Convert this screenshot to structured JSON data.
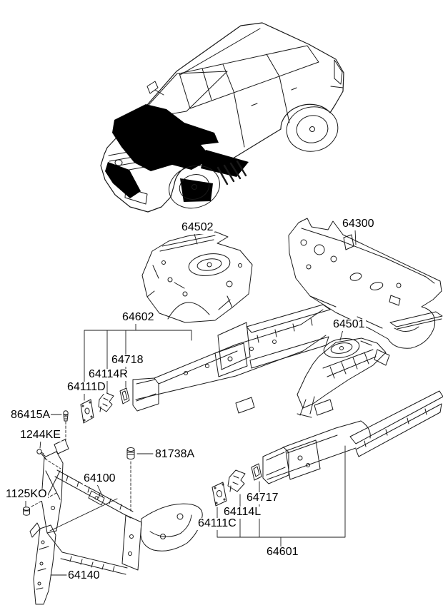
{
  "diagram": {
    "background_color": "#ffffff",
    "line_color": "#1a1a1a",
    "labels": [
      {
        "id": "64502",
        "text": "64502"
      },
      {
        "id": "64300",
        "text": "64300"
      },
      {
        "id": "64602",
        "text": "64602"
      },
      {
        "id": "64501",
        "text": "64501"
      },
      {
        "id": "64718",
        "text": "64718"
      },
      {
        "id": "64114R",
        "text": "64114R"
      },
      {
        "id": "64111D",
        "text": "64111D"
      },
      {
        "id": "86415A",
        "text": "86415A"
      },
      {
        "id": "1244KE",
        "text": "1244KE"
      },
      {
        "id": "81738A",
        "text": "81738A"
      },
      {
        "id": "64100",
        "text": "64100"
      },
      {
        "id": "1125KO",
        "text": "1125KO"
      },
      {
        "id": "64140",
        "text": "64140"
      },
      {
        "id": "64717",
        "text": "64717"
      },
      {
        "id": "64114L",
        "text": "64114L"
      },
      {
        "id": "64111C",
        "text": "64111C"
      },
      {
        "id": "64601",
        "text": "64601"
      }
    ]
  }
}
